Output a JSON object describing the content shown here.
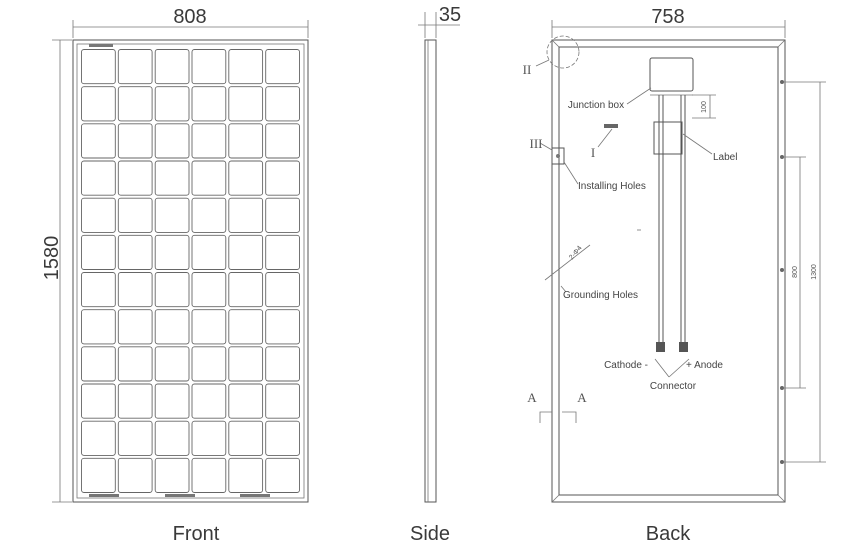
{
  "front": {
    "width_label": "808",
    "height_label": "1580",
    "caption": "Front",
    "cell_columns": 6,
    "cell_rows": 12
  },
  "side": {
    "thickness_label": "35",
    "caption": "Side"
  },
  "back": {
    "width_label": "758",
    "caption": "Back",
    "junction_box_label": "Junction box",
    "label_label": "Label",
    "installing_holes_label": "Installing Holes",
    "grounding_holes_label": "Grounding Holes",
    "cathode_label": "Cathode -",
    "anode_label": "+ Anode",
    "connector_label": "Connector",
    "dim_100": "100",
    "dim_800": "800",
    "dim_1300": "1300",
    "hole_spec": "2-Φ4",
    "detail_I": "I",
    "detail_II": "II",
    "detail_III": "III",
    "section_A": "A"
  }
}
